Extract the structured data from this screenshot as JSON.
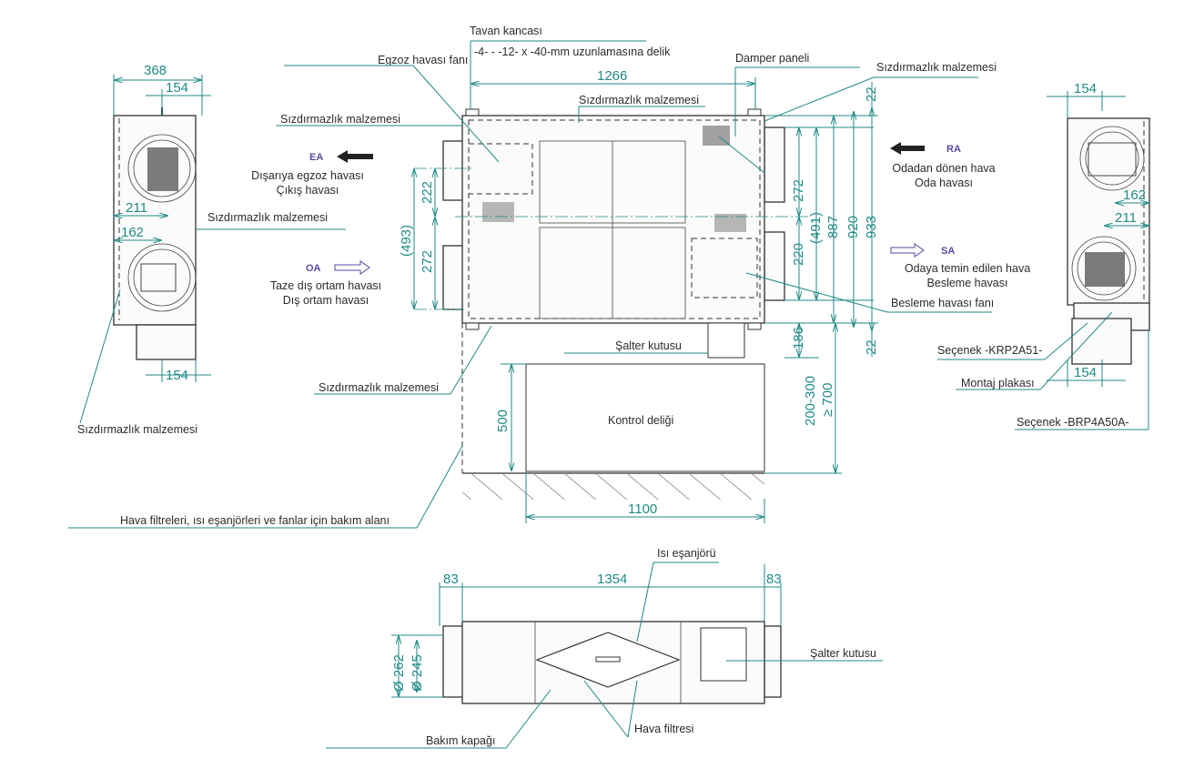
{
  "labels": {
    "ceiling_hook": "Tavan kancası",
    "slot_hole": "-4- - -12- x -40-mm uzunlamasına delik",
    "exhaust_fan": "Egzoz havası fanı",
    "damper_panel": "Damper paneli",
    "seal_top_right": "Sızdırmazlık malzemesi",
    "seal_top_center": "Sızdırmazlık malzemesi",
    "seal_left": "Sızdırmazlık malzemesi",
    "seal_left_mid": "Sızdırmazlık malzemesi",
    "seal_bottom": "Sızdırmazlık malzemesi",
    "seal_side_view": "Sızdırmazlık malzemesi",
    "ea_code": "EA",
    "ea_line1": "Dışarıya egzoz havası",
    "ea_line2": "Çıkış havası",
    "oa_code": "OA",
    "oa_line1": "Taze dış ortam havası",
    "oa_line2": "Dış ortam havası",
    "ra_code": "RA",
    "ra_line1": "Odadan dönen hava",
    "ra_line2": "Oda havası",
    "sa_code": "SA",
    "sa_line1": "Odaya temin edilen hava",
    "sa_line2": "Besleme havası",
    "supply_fan": "Besleme havası fanı",
    "switch_box_top": "Şalter kutusu",
    "option_krp": "Seçenek -KRP2A51-",
    "mounting_plate": "Montaj plakası",
    "option_brp": "Seçenek -BRP4A50A-",
    "control_hole": "Kontrol deliği",
    "service_area": "Hava filtreleri, ısı eşanjörleri ve fanlar için bakım alanı",
    "heat_exchanger": "Isı eşanjörü",
    "switch_box_bottom": "Şalter kutusu",
    "maintenance_cover": "Bakım kapağı",
    "air_filter": "Hava filtresi"
  },
  "dimensions": {
    "left_368": "368",
    "left_154_top": "154",
    "left_211": "211",
    "left_162": "162",
    "left_154_bottom": "154",
    "top_1266": "1266",
    "d_222": "222",
    "d_272_left": "272",
    "d_493": "(493)",
    "d_272_right": "272",
    "d_220": "220",
    "d_491": "(491)",
    "d_887": "887",
    "d_920": "920",
    "d_933": "933",
    "d_22_top": "22",
    "d_22_bottom": "22",
    "d_186": "186",
    "d_200_300": "200-300",
    "d_700": "≥ 700",
    "d_500": "500",
    "d_1100": "1100",
    "right_154_top": "154",
    "right_162": "162",
    "right_211": "211",
    "right_154_bottom": "154",
    "bot_83_left": "83",
    "bot_1354": "1354",
    "bot_83_right": "83",
    "dia_262": "Ø 262",
    "dia_245": "Ø 245"
  },
  "colors": {
    "dimension": "#1f8a86",
    "flow_code": "#5a4aa0"
  }
}
